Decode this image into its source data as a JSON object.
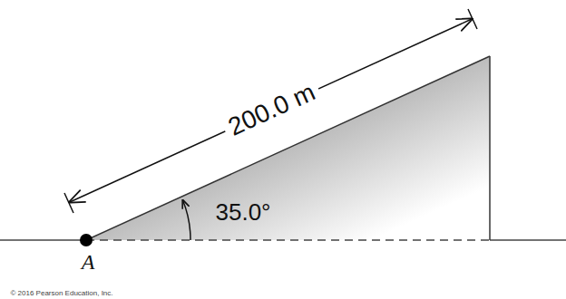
{
  "diagram": {
    "labels": [
      "200.0 m",
      "35.0°",
      "A",
      "© 2016 Pearson Education, Inc."
    ]
  }
}
